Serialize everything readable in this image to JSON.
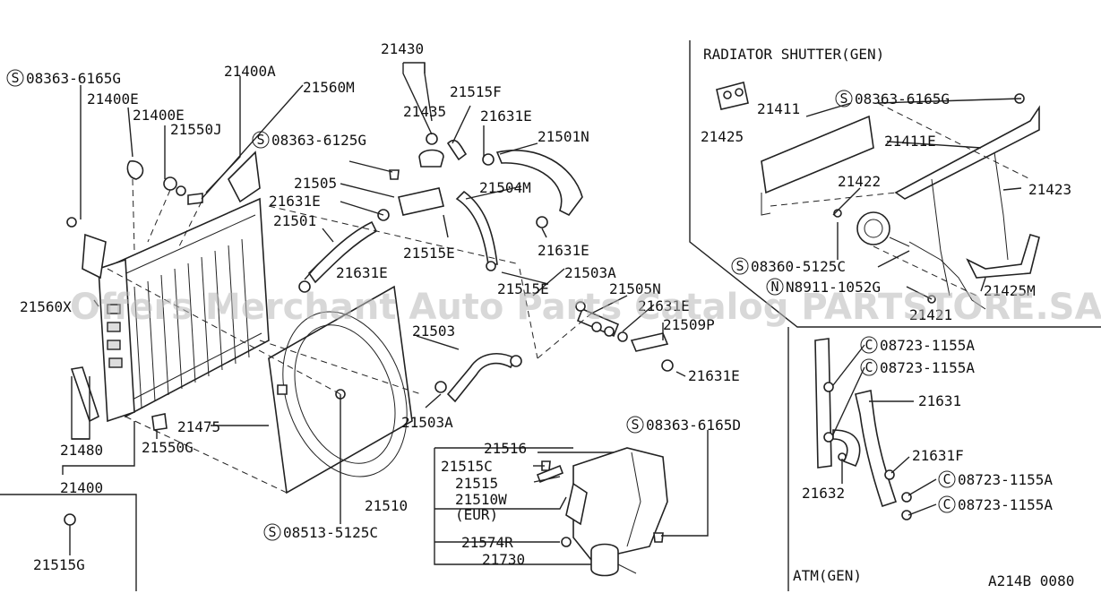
{
  "labels": {
    "p21430": "21430",
    "p21400a": "21400A",
    "s08363_6165g_left": "08363-6165G",
    "p21560m": "21560M",
    "p21400e_a": "21400E",
    "p21515f": "21515F",
    "p21435": "21435",
    "p21400e_b": "21400E",
    "p21631e_a": "21631E",
    "p21550j": "21550J",
    "s08363_6125g": "08363-6125G",
    "p21501n": "21501N",
    "p21505": "21505",
    "p21504m": "21504M",
    "p21631e_b": "21631E",
    "p21501": "21501",
    "p21515e_a": "21515E",
    "p21631e_c": "21631E",
    "p21631e_d": "21631E",
    "p21503a_a": "21503A",
    "p21515e_b": "21515E",
    "p21505n": "21505N",
    "p21631e_e": "21631E",
    "p21560x": "21560X",
    "p21503": "21503",
    "p21509p": "21509P",
    "p21631e_f": "21631E",
    "p21475": "21475",
    "p21503a_b": "21503A",
    "p21480": "21480",
    "p21550g": "21550G",
    "s08363_6165d": "08363-6165D",
    "p21400": "21400",
    "p21516": "21516",
    "p21515c": "21515C",
    "p21515": "21515",
    "p21510w": "21510W",
    "eur": "(EUR)",
    "p21510": "21510",
    "p21574r": "21574R",
    "p21730": "21730",
    "s08513_5125c": "08513-5125C",
    "p21515g": "21515G",
    "radiator_shutter": "RADIATOR SHUTTER(GEN)",
    "s08363_6165g_right": "08363-6165G",
    "p21411": "21411",
    "p21425": "21425",
    "p21411e": "21411E",
    "p21422": "21422",
    "p21423": "21423",
    "s08360_5125c": "08360-5125C",
    "n8911_1052g": "N8911-1052G",
    "p21421": "21421",
    "p21425m": "21425M",
    "c08723_a": "08723-1155A",
    "c08723_b": "08723-1155A",
    "p21631": "21631",
    "p21631f": "21631F",
    "c08723_c": "08723-1155A",
    "c08723_d": "08723-1155A",
    "p21632": "21632",
    "atm_gen": "ATM(GEN)",
    "code": "A214B 0080"
  },
  "symbols": {
    "screw": "S",
    "nut": "N",
    "clip": "C"
  },
  "watermark": "Offers Merchant Auto Parts Catalog PARTSTORE.SA",
  "colors": {
    "line": "#222222",
    "background": "#ffffff",
    "watermark": "#b9b9b9"
  }
}
